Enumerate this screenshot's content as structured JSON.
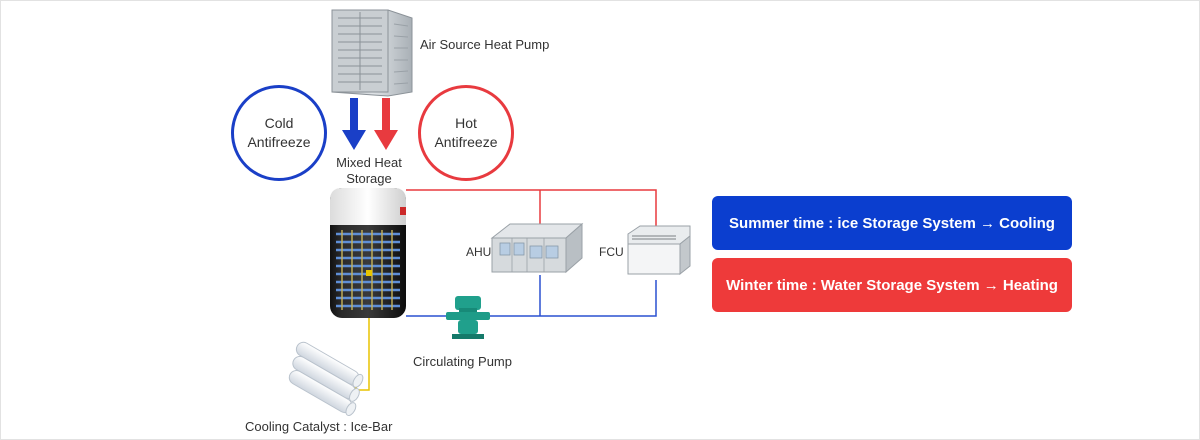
{
  "diagram": {
    "heat_pump_label": "Air Source Heat Pump",
    "cold_label_line1": "Cold",
    "cold_label_line2": "Antifreeze",
    "hot_label_line1": "Hot",
    "hot_label_line2": "Antifreeze",
    "storage_label_line1": "Mixed Heat",
    "storage_label_line2": "Storage",
    "ahu_label": "AHU",
    "fcu_label": "FCU",
    "pump_label": "Circulating Pump",
    "catalyst_label": "Cooling Catalyst : Ice-Bar"
  },
  "modes": {
    "summer": "Summer time : ice Storage System → Cooling",
    "winter": "Winter time : Water Storage System → Heating"
  },
  "colors": {
    "cold": "#1a3fc7",
    "hot": "#e83a3f",
    "summer_bg": "#0b3ecf",
    "winter_bg": "#ee3a3a",
    "catalyst_line": "#e8c400"
  }
}
